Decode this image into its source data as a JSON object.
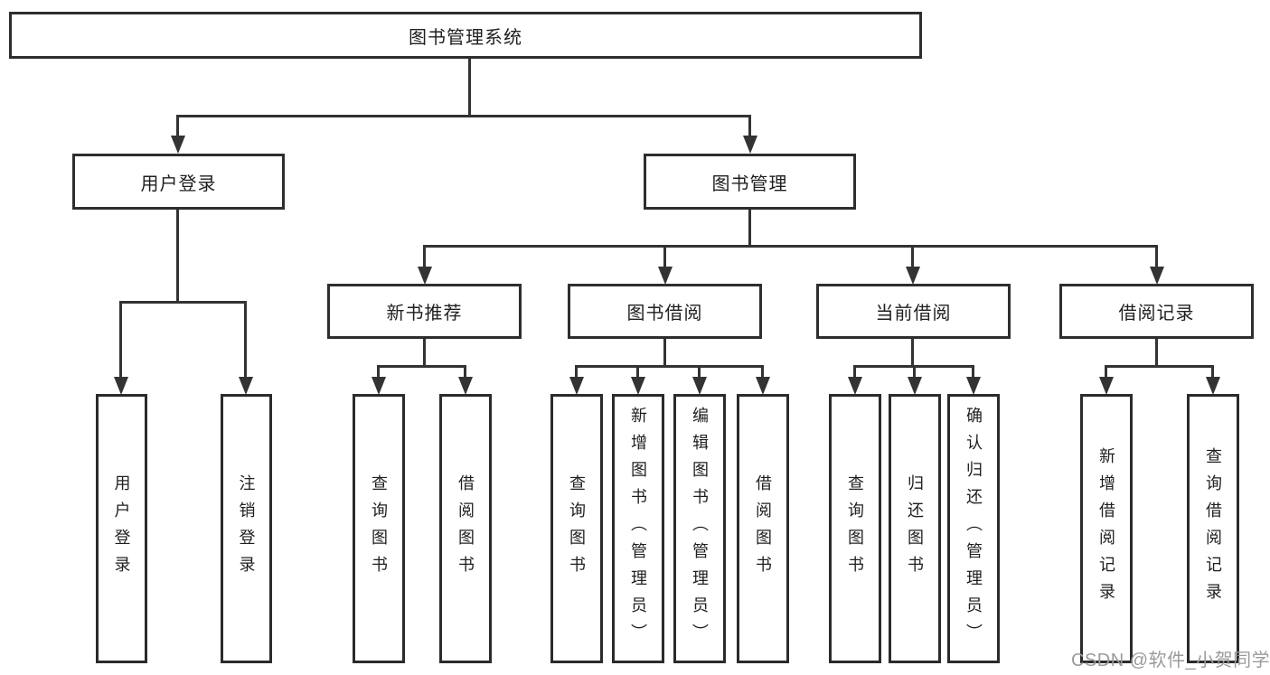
{
  "diagram": {
    "root": {
      "label": "图书管理系统"
    },
    "branches": [
      {
        "label": "用户登录",
        "children": [
          {
            "label": "用户登录"
          },
          {
            "label": "注销登录"
          }
        ]
      },
      {
        "label": "图书管理",
        "sections": [
          {
            "label": "新书推荐",
            "children": [
              {
                "label": "查询图书"
              },
              {
                "label": "借阅图书"
              }
            ]
          },
          {
            "label": "图书借阅",
            "children": [
              {
                "label": "查询图书"
              },
              {
                "label": "新增图书（管理员）"
              },
              {
                "label": "编辑图书（管理员）"
              },
              {
                "label": "借阅图书"
              }
            ]
          },
          {
            "label": "当前借阅",
            "children": [
              {
                "label": "查询图书"
              },
              {
                "label": "归还图书"
              },
              {
                "label": "确认归还（管理员）"
              }
            ]
          },
          {
            "label": "借阅记录",
            "children": [
              {
                "label": "新增借阅记录"
              },
              {
                "label": "查询借阅记录"
              }
            ]
          }
        ]
      }
    ]
  },
  "watermark": {
    "text": "CSDN @软件_小贺同学",
    "color": "#9b9b9b"
  },
  "colors": {
    "background": "#ffffff",
    "box_fill": "#ffffff",
    "box_border": "#2e2e2e",
    "connector_line": "#333333",
    "text": "#1f1f1f"
  }
}
